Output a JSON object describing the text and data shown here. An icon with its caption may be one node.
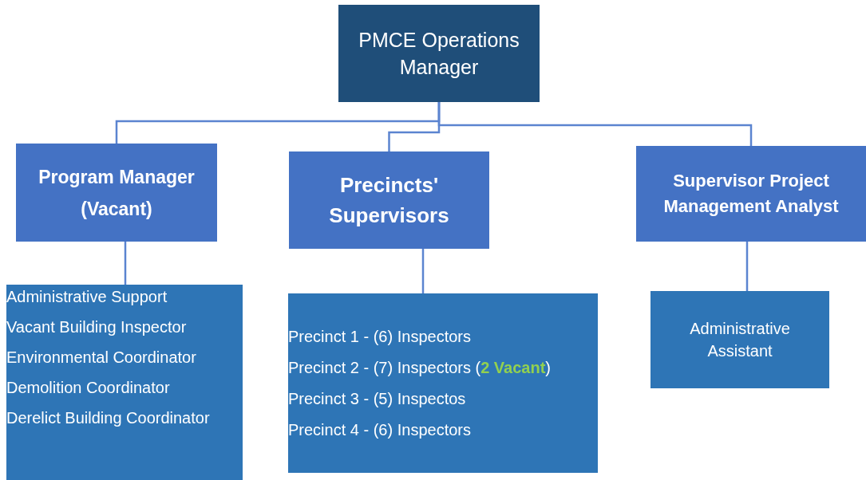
{
  "diagram": {
    "nodes": [
      {
        "text": [
          "PMCE Operations Manager"
        ]
      },
      {
        "text": [
          "Program Manager (Vacant)"
        ]
      },
      {
        "text": [
          "Precincts' Supervisors"
        ]
      },
      {
        "text": [
          "Supervisor Project Management Analyst"
        ]
      },
      {
        "text": [
          "Administrative Support",
          "Vacant Building Inspector",
          "Environmental Coordinator",
          "Demolition Coordinator",
          "Derelict Building Coordinator"
        ]
      },
      {
        "text": [
          "Precinct 1 - (6) Inspectors",
          "Precinct 2 - (7) Inspectors (**2 Vacant**)",
          "Precinct 3 - (5) Inspectos",
          "Precinct 4 - (6) Inspectors"
        ]
      },
      {
        "text": [
          "Administrative Assistant"
        ]
      }
    ],
    "edges": [
      {
        "from": 0,
        "to": 1,
        "arrow": "none"
      },
      {
        "from": 0,
        "to": 2,
        "arrow": "none"
      },
      {
        "from": 0,
        "to": 3,
        "arrow": "none"
      },
      {
        "from": 1,
        "to": 4,
        "arrow": "none"
      },
      {
        "from": 2,
        "to": 5,
        "arrow": "none"
      },
      {
        "from": 3,
        "to": 6,
        "arrow": "none"
      }
    ]
  }
}
